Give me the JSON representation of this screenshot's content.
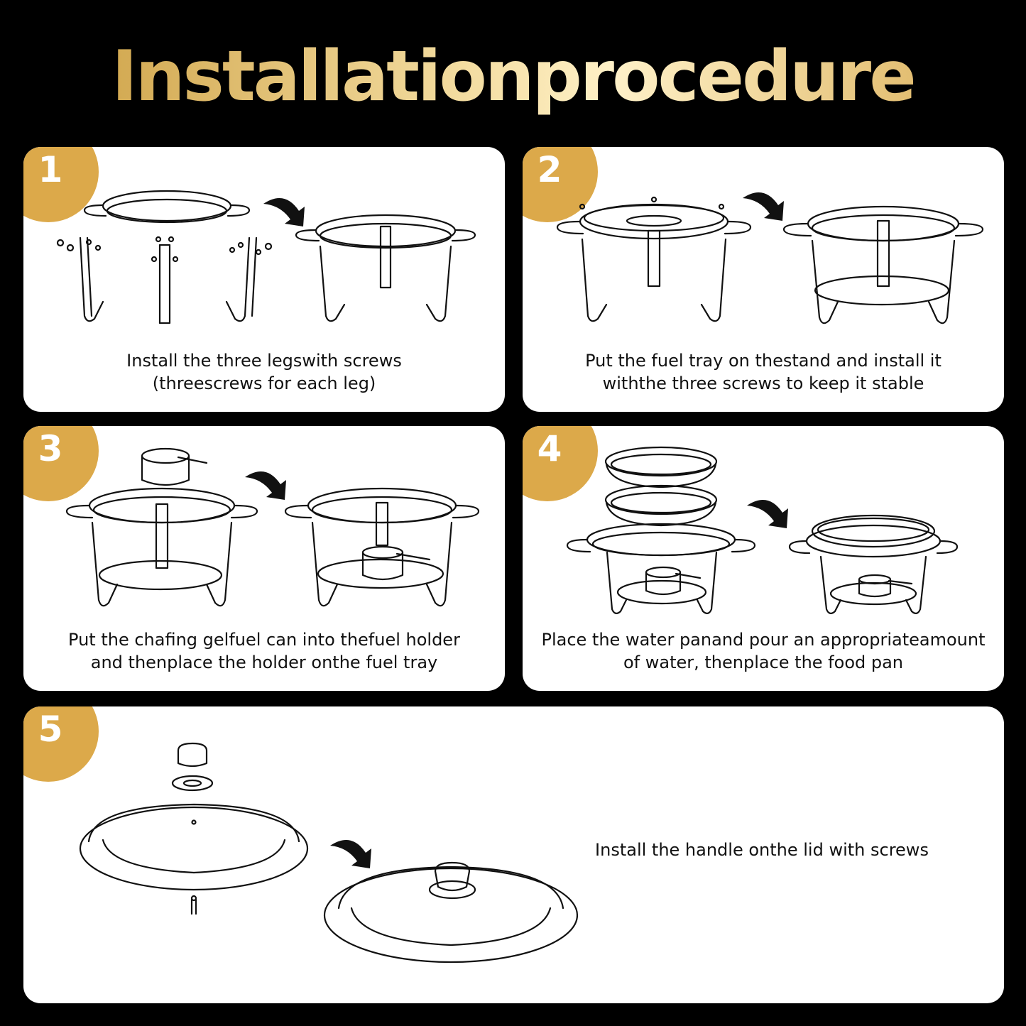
{
  "title": "Installationprocedure",
  "steps": [
    {
      "number": "1",
      "caption_line1": "Install the three legswith screws",
      "caption_line2": "(threescrews for each leg)"
    },
    {
      "number": "2",
      "caption_line1": "Put the fuel tray on thestand and install it",
      "caption_line2": "withthe three screws to keep it stable"
    },
    {
      "number": "3",
      "caption_line1": "Put the chafing gelfuel can into thefuel holder",
      "caption_line2": "and thenplace the holder onthe fuel tray"
    },
    {
      "number": "4",
      "caption_line1": "Place the water panand pour an appropriateamount",
      "caption_line2": "of water, thenplace the food pan"
    },
    {
      "number": "5",
      "caption_line1": "Install the handle onthe lid with screws"
    }
  ],
  "colors": {
    "background": "#000000",
    "card": "#ffffff",
    "badge": "#dca94a",
    "title_gold": "#e9c777"
  },
  "icons": [
    "arrow-icon",
    "chafing-stand-illustration",
    "lid-illustration"
  ]
}
